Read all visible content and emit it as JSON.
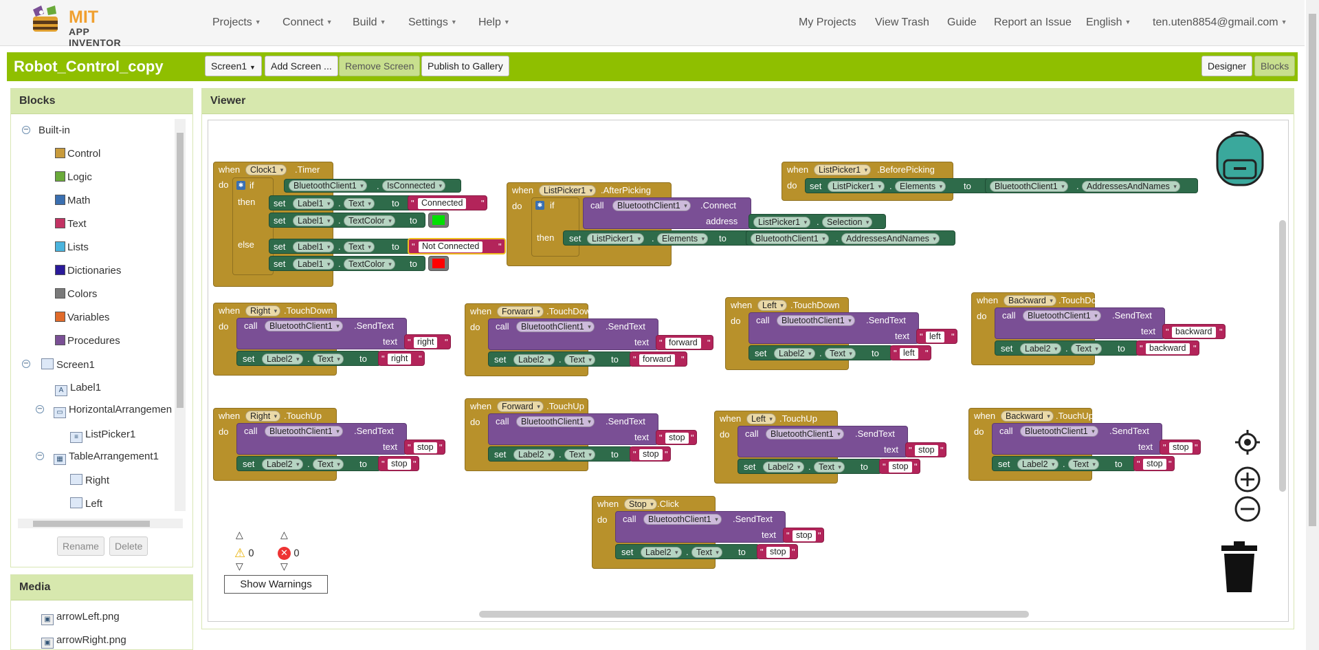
{
  "logo": {
    "mit": "MIT",
    "app_inventor": "APP INVENTOR"
  },
  "nav": {
    "projects": "Projects",
    "connect": "Connect",
    "build": "Build",
    "settings": "Settings",
    "help": "Help",
    "my_projects": "My Projects",
    "view_trash": "View Trash",
    "guide": "Guide",
    "report": "Report an Issue",
    "language": "English",
    "account": "ten.uten8854@gmail.com"
  },
  "project": {
    "title": "Robot_Control_copy",
    "screen": "Screen1",
    "add_screen": "Add Screen ...",
    "remove_screen": "Remove Screen",
    "publish": "Publish to Gallery",
    "designer": "Designer",
    "blocks": "Blocks"
  },
  "blocks_panel": {
    "title": "Blocks",
    "builtin": "Built-in",
    "builtin_items": [
      {
        "label": "Control",
        "color": "#c89b3c"
      },
      {
        "label": "Logic",
        "color": "#6aaa3a"
      },
      {
        "label": "Math",
        "color": "#3a6fb0"
      },
      {
        "label": "Text",
        "color": "#c23363"
      },
      {
        "label": "Lists",
        "color": "#4bb4dd"
      },
      {
        "label": "Dictionaries",
        "color": "#2a1a9a"
      },
      {
        "label": "Colors",
        "color": "#7a7a7a"
      },
      {
        "label": "Variables",
        "color": "#e06a2a"
      },
      {
        "label": "Procedures",
        "color": "#7a4f95"
      }
    ],
    "screen1": "Screen1",
    "components": [
      "Label1",
      "HorizontalArrangemen",
      "ListPicker1",
      "TableArrangement1",
      "Right",
      "Left"
    ],
    "rename": "Rename",
    "delete": "Delete"
  },
  "media_panel": {
    "title": "Media",
    "files": [
      "arrowLeft.png",
      "arrowRight.png"
    ]
  },
  "viewer": {
    "title": "Viewer"
  },
  "words": {
    "when": "when",
    "do": "do",
    "if": "if",
    "then": "then",
    "else": "else",
    "set": "set",
    "to": "to",
    "call": "call",
    "text": "text",
    "address": "address",
    "quote": "\""
  },
  "clock_block": {
    "component": "Clock1",
    "event": ".Timer",
    "bt": "BluetoothClient1",
    "is_connected": "IsConnected",
    "label": "Label1",
    "prop_text": "Text",
    "prop_color": "TextColor",
    "connected": "Connected",
    "not_connected": "Not Connected",
    "green": "#00e000",
    "red": "#ff0000"
  },
  "afterpicking_block": {
    "component": "ListPicker1",
    "event": ".AfterPicking",
    "bt": "BluetoothClient1",
    "method": ".Connect",
    "selection": "Selection",
    "elements": "Elements",
    "addresses": "AddressesAndNames"
  },
  "beforepicking_block": {
    "component": "ListPicker1",
    "event": ".BeforePicking",
    "elements": "Elements",
    "bt": "BluetoothClient1",
    "addresses": "AddressesAndNames"
  },
  "send_blocks": [
    {
      "component": "Right",
      "event": ".TouchDown",
      "value": "right"
    },
    {
      "component": "Forward",
      "event": ".TouchDown",
      "value": "forward"
    },
    {
      "component": "Left",
      "event": ".TouchDown",
      "value": "left"
    },
    {
      "component": "Backward",
      "event": ".TouchDown",
      "value": "backward"
    },
    {
      "component": "Right",
      "event": ".TouchUp",
      "value": "stop"
    },
    {
      "component": "Forward",
      "event": ".TouchUp",
      "value": "stop"
    },
    {
      "component": "Left",
      "event": ".TouchUp",
      "value": "stop"
    },
    {
      "component": "Backward",
      "event": ".TouchUp",
      "value": "stop"
    },
    {
      "component": "Stop",
      "event": ".Click",
      "value": "stop"
    }
  ],
  "send_common": {
    "bt": "BluetoothClient1",
    "method": ".SendText",
    "label": "Label2",
    "prop": "Text"
  },
  "warnings": {
    "warning_count": "0",
    "error_count": "0",
    "show": "Show Warnings"
  }
}
